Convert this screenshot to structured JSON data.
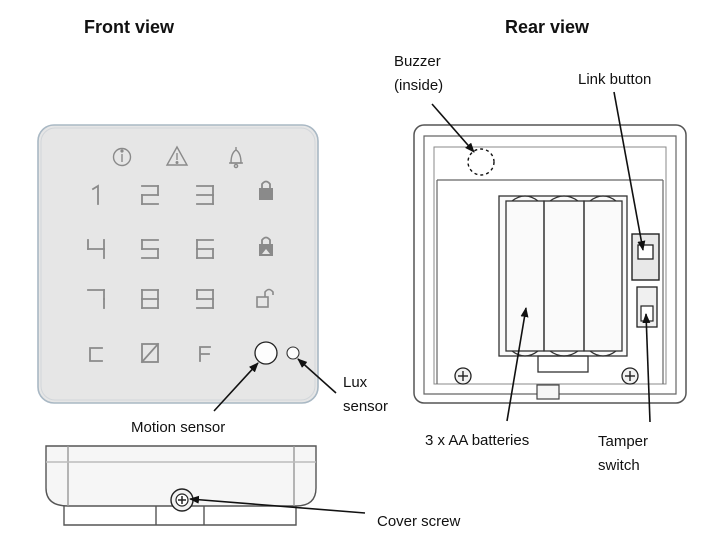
{
  "titles": {
    "front": "Front view",
    "rear": "Rear view"
  },
  "labels": {
    "buzzer_line1": "Buzzer",
    "buzzer_line2": "(inside)",
    "link_button": "Link button",
    "lux_line1": "Lux",
    "lux_line2": "sensor",
    "motion_sensor": "Motion sensor",
    "batteries": "3 x AA batteries",
    "tamper_line1": "Tamper",
    "tamper_line2": "switch",
    "cover_screw": "Cover screw"
  },
  "keypad": {
    "status_icons": [
      "info-icon",
      "warning-triangle-icon",
      "bell-icon"
    ],
    "keys": [
      [
        "1",
        "2",
        "3",
        "lock-icon"
      ],
      [
        "4",
        "5",
        "6",
        "lock-home-icon"
      ],
      [
        "7",
        "8",
        "9",
        "unlock-icon"
      ],
      [
        "C",
        "0",
        "F",
        ""
      ]
    ]
  },
  "colors": {
    "panel_fill": "#e6e6e6",
    "panel_border": "#a9b8c4",
    "key_glyph": "#8a8a8a",
    "line": "#111111"
  }
}
